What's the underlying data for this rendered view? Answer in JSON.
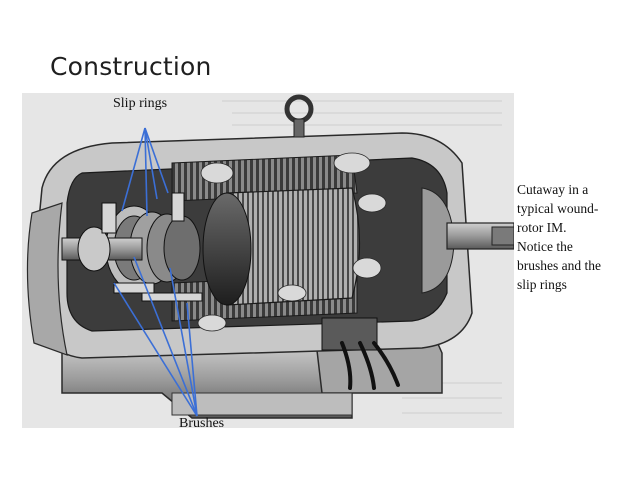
{
  "slide": {
    "title": "Construction"
  },
  "figure": {
    "labels": {
      "slip_rings": "Slip rings",
      "brushes": "Brushes"
    },
    "annotation_color": "#3b6fd6"
  },
  "caption": {
    "lines": [
      "Cutaway in a",
      "typical wound-",
      "rotor IM.",
      "Notice the",
      "brushes and the",
      "slip rings"
    ]
  }
}
